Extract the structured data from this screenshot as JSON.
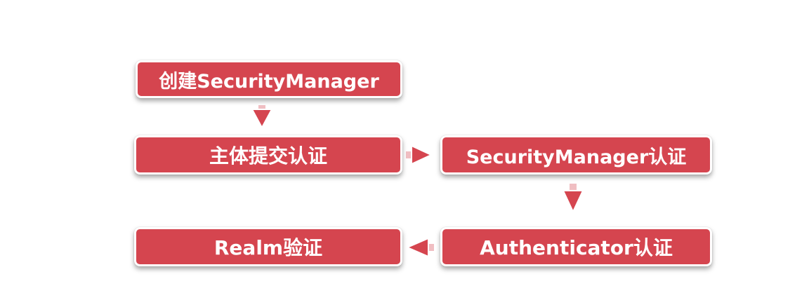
{
  "colors": {
    "node_fill": "#d5454f",
    "node_border": "#ffffff",
    "text": "#ffffff",
    "arrow": "#d5454f"
  },
  "nodes": {
    "create_security_manager": "创建SecurityManager",
    "subject_submit_auth": "主体提交认证",
    "security_manager_auth": "SecurityManager认证",
    "authenticator_auth": "Authenticator认证",
    "realm_auth": "Realm验证"
  }
}
